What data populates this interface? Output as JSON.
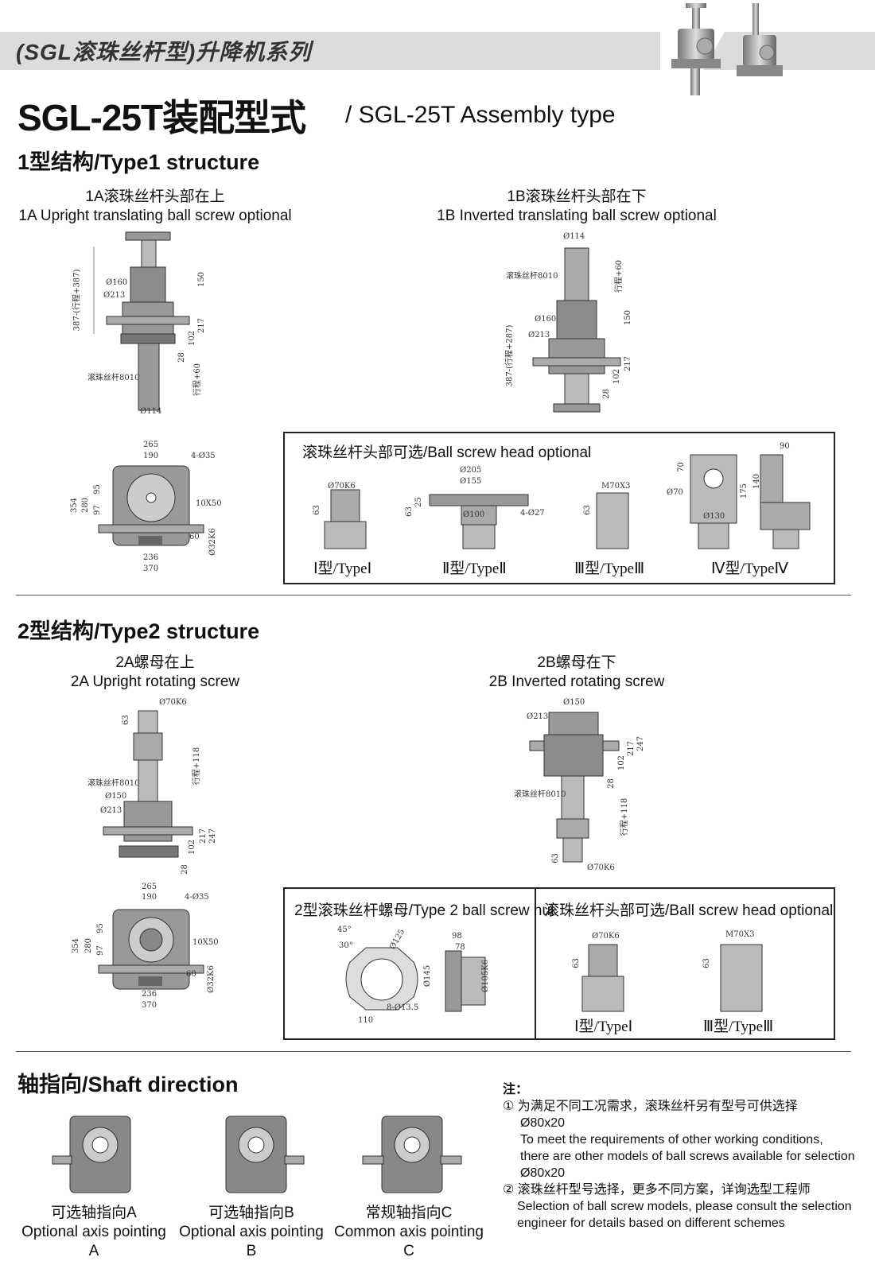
{
  "header": {
    "banner": "(SGL滚珠丝杆型)升降机系列",
    "title": "SGL-25T装配型式",
    "subtitle": "/ SGL-25T Assembly type"
  },
  "type1": {
    "heading": "1型结构/Type1 structure",
    "a_cn": "1A滚珠丝杆头部在上",
    "a_en": "1A Upright translating ball screw optional",
    "b_cn": "1B滚珠丝杆头部在下",
    "b_en": "1B Inverted translating ball screw optional",
    "dims_a": {
      "d160": "Ø160",
      "d213": "Ø213",
      "d114": "Ø114",
      "v387": "387-(行程+387)",
      "v150": "150",
      "v217": "217",
      "v102": "102",
      "v28": "28",
      "stroke60": "行程+60",
      "screw": "滚珠丝杆8010"
    },
    "dims_b": {
      "d114": "Ø114",
      "d160": "Ø160",
      "d213": "Ø213",
      "screw": "滚珠丝杆8010",
      "stroke60": "行程+60",
      "v150": "150",
      "v387": "387-(行程+287)",
      "v217": "217",
      "v102": "102",
      "v28": "28"
    },
    "plan": {
      "w265": "265",
      "w190": "190",
      "holes": "4-Ø35",
      "h354": "354",
      "h280": "280",
      "h97": "97",
      "h95": "95",
      "key": "10X50",
      "s60": "60",
      "shaft": "Ø32K6",
      "b236": "236",
      "b370": "370"
    },
    "heads": {
      "title": "滚珠丝杆头部可选/Ball screw head optional",
      "t1": "Ⅰ型/TypeⅠ",
      "t2": "Ⅱ型/TypeⅡ",
      "t3": "Ⅲ型/TypeⅢ",
      "t4": "Ⅳ型/TypeⅣ",
      "d70k6": "Ø70K6",
      "h63": "63",
      "d205": "Ø205",
      "d155": "Ø155",
      "h25": "25",
      "d100": "Ø100",
      "holes27": "4-Ø27",
      "m70": "M70X3",
      "h63b": "63",
      "h63c": "63",
      "w90": "90",
      "h70": "70",
      "d70": "Ø70",
      "h175": "175",
      "h140": "140",
      "d130": "Ø130"
    }
  },
  "type2": {
    "heading": "2型结构/Type2 structure",
    "a_cn": "2A螺母在上",
    "a_en": "2A Upright rotating screw",
    "b_cn": "2B螺母在下",
    "b_en": "2B Inverted rotating screw",
    "dims_a": {
      "d70k6": "Ø70K6",
      "h63": "63",
      "stroke118": "行程+118",
      "screw": "滚珠丝杆8010",
      "d150": "Ø150",
      "d213": "Ø213",
      "v102": "102",
      "v217": "217",
      "v247": "247",
      "v28": "28"
    },
    "dims_b": {
      "d150": "Ø150",
      "d213": "Ø213",
      "v102": "102",
      "v217": "217",
      "v247": "247",
      "v28": "28",
      "screw": "滚珠丝杆8010",
      "stroke118": "行程+118",
      "h63": "63",
      "d70k6": "Ø70K6"
    },
    "plan": {
      "w265": "265",
      "w190": "190",
      "holes": "4-Ø35",
      "h354": "354",
      "h280": "280",
      "h97": "97",
      "h95": "95",
      "key": "10X50",
      "s60": "60",
      "shaft": "Ø32K6",
      "b236": "236",
      "b370": "370"
    },
    "nut": {
      "title": "2型滚珠丝杆螺母/Type 2 ball screw nut",
      "a45": "45°",
      "a30": "30°",
      "d125": "Ø125",
      "w110": "110",
      "holes": "8-Ø13.5",
      "d145": "Ø145",
      "w98": "98",
      "w78": "78",
      "d105": "Ø105K6"
    },
    "heads": {
      "title": "滚珠丝杆头部可选/Ball screw head optional",
      "t1": "Ⅰ型/TypeⅠ",
      "t3": "Ⅲ型/TypeⅢ",
      "d70k6": "Ø70K6",
      "m70": "M70X3",
      "h63": "63",
      "h63b": "63"
    }
  },
  "shaft": {
    "heading": "轴指向/Shaft direction",
    "a_cn": "可选轴指向A",
    "a_en": "Optional axis pointing A",
    "b_cn": "可选轴指向B",
    "b_en": "Optional axis pointing B",
    "c_cn": "常规轴指向C",
    "c_en": "Common axis pointing C"
  },
  "notes": {
    "label": "注：",
    "n1_cn": "① 为满足不同工况需求，滚珠丝杆另有型号可供选择",
    "n1_v1": "Ø80x20",
    "n1_en1": "To meet the requirements of other working conditions,",
    "n1_en2": "there are other models of ball screws available for selection",
    "n1_v2": "Ø80x20",
    "n2_cn": "② 滚珠丝杆型号选择，更多不同方案，详询选型工程师",
    "n2_en1": "Selection of ball screw models, please consult the selection",
    "n2_en2": "engineer for details based on different schemes"
  },
  "colors": {
    "metal": "#9a9a9a",
    "dark": "#555555",
    "banner": "#dcdcdc"
  }
}
